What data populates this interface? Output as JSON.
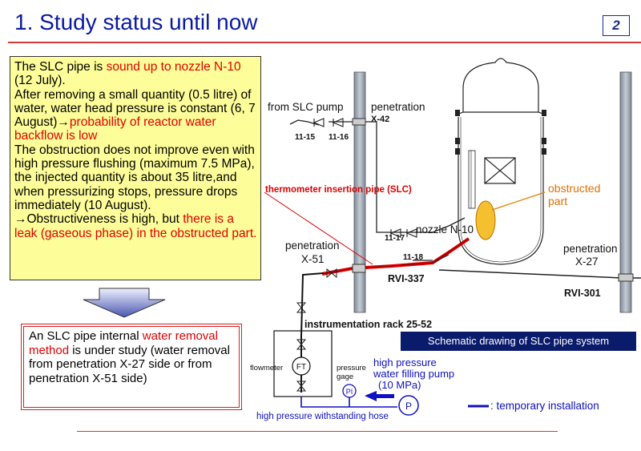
{
  "header": {
    "title": "1. Study status until now",
    "page_number": "2"
  },
  "status_box": {
    "s1_pre": "The SLC pipe is ",
    "s1_red": "sound up to nozzle N-10",
    "s1_post": " (12 July).",
    "s2_pre": "After removing a small quantity (0.5 litre) of water, water head pressure is constant (6, 7 August)→",
    "s2_red": "probability of reactor water backflow is low",
    "s3": "The obstruction does not improve even with high pressure flushing (maximum 7.5 MPa), the injected quantity is about 35 litre,and when pressurizing stops, pressure drops immediately (10 August).",
    "s4_pre": "→Obstructiveness is high, but ",
    "s4_red": "there is a leak (gaseous phase) in the obstructed part."
  },
  "study_box": {
    "pre": "An SLC pipe internal ",
    "red": "water removal method",
    "post": " is under study (water removal from penetration X-27 side or from penetration X-51 side)"
  },
  "diagram": {
    "from_slc_pump": "from SLC pump",
    "penetration_top": "penetration",
    "x42": "X-42",
    "v1115": "11-15",
    "v1116": "11-16",
    "thermo_label": "thermometer insertion pipe (SLC)",
    "obstructed": "obstructed",
    "part": "part",
    "nozzle": "nozzle N-10",
    "v1117": "11-17",
    "v1118": "11-18",
    "penetration_left": "penetration",
    "x51": "X-51",
    "rvi337": "RVI-337",
    "penetration_right": "penetration",
    "x27": "X-27",
    "rvi301": "RVI-301",
    "rack": "instrumentation rack 25-52",
    "flowmeter": "flowmeter",
    "ft": "FT",
    "pressure": "pressure",
    "gage": "gage",
    "pi": "PI",
    "hp1": "high pressure",
    "hp2": "water filling pump",
    "hp3": "(10 MPa)",
    "p": "P",
    "hose": "high pressure withstanding hose",
    "temporary": ": temporary installation",
    "schematic": "Schematic drawing of SLC pipe system"
  },
  "colors": {
    "title": "#0a1aa0",
    "accent_red": "#e00000",
    "box_yellow": "#fdfd99",
    "temporary_blue": "#1010c0",
    "label_navy": "#0b1b6b"
  }
}
